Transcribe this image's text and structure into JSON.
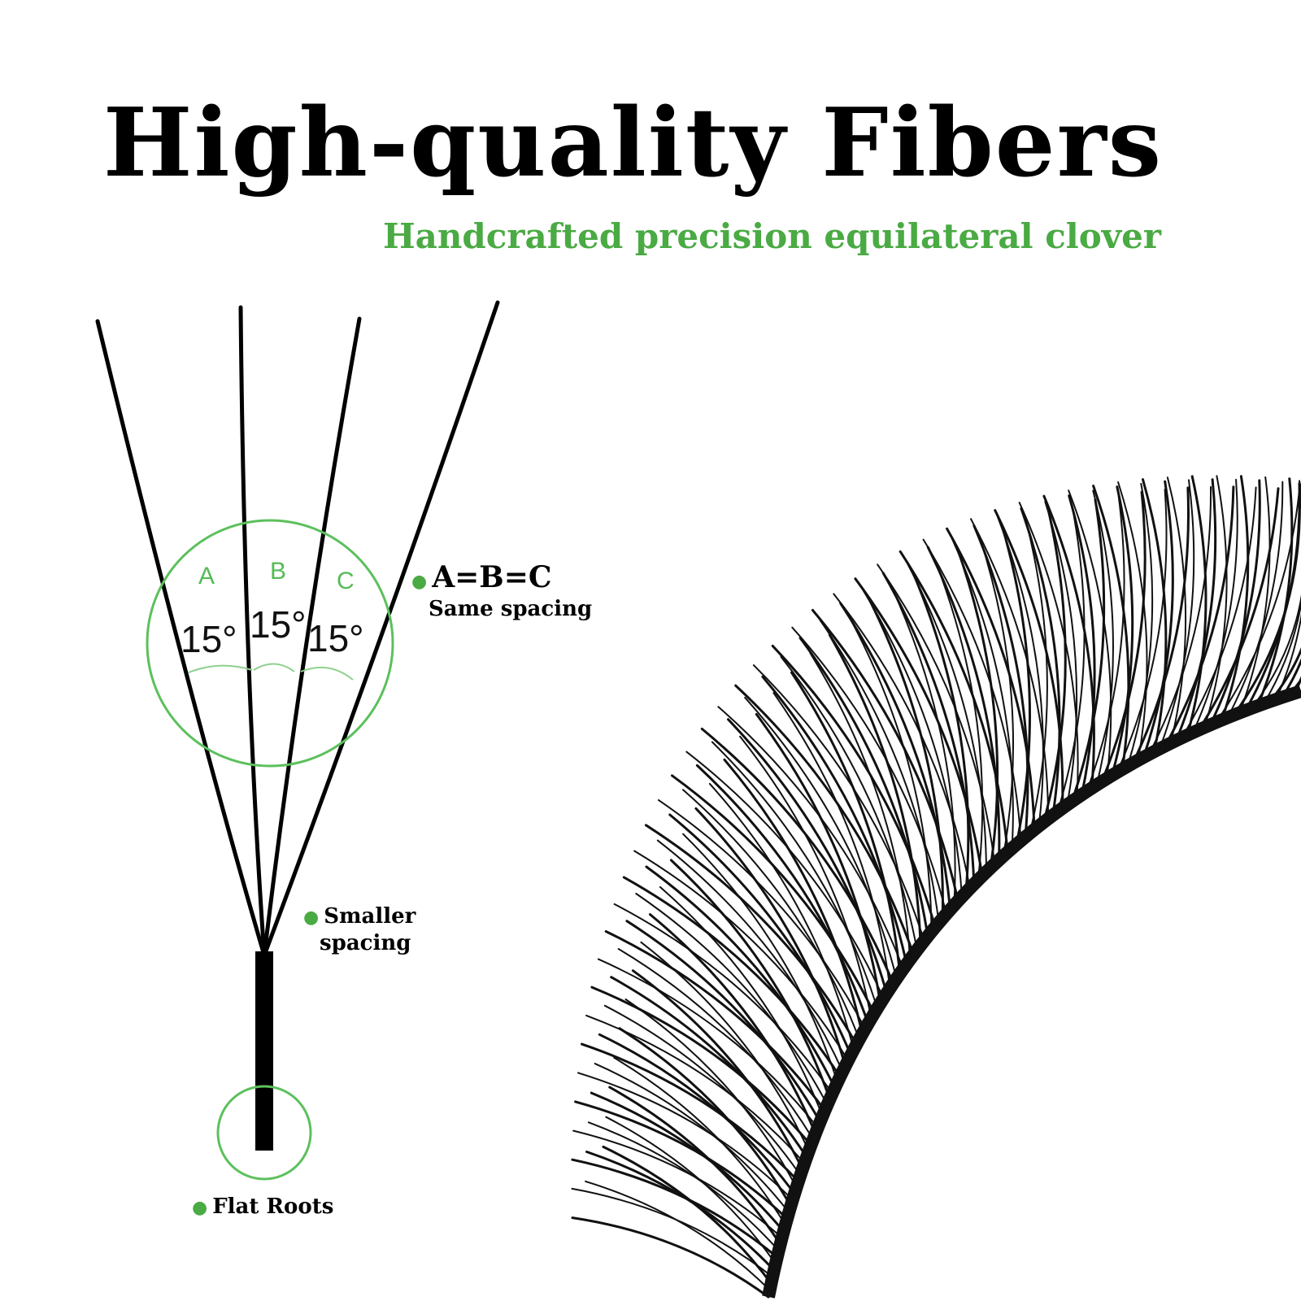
{
  "header": {
    "title": "High-quality Fibers",
    "subtitle": "Handcrafted precision equilateral clover"
  },
  "diagram": {
    "letters": [
      "A",
      "B",
      "C"
    ],
    "angles": [
      "15°",
      "15°",
      "15°"
    ]
  },
  "callouts": {
    "same_spacing_title": "A=B=C",
    "same_spacing_desc": "Same spacing",
    "smaller_spacing_line1": "Smaller",
    "smaller_spacing_line2": "spacing",
    "flat_roots": "Flat Roots"
  },
  "colors": {
    "accent": "#4aaa43",
    "text": "#000000",
    "background": "#ffffff"
  }
}
